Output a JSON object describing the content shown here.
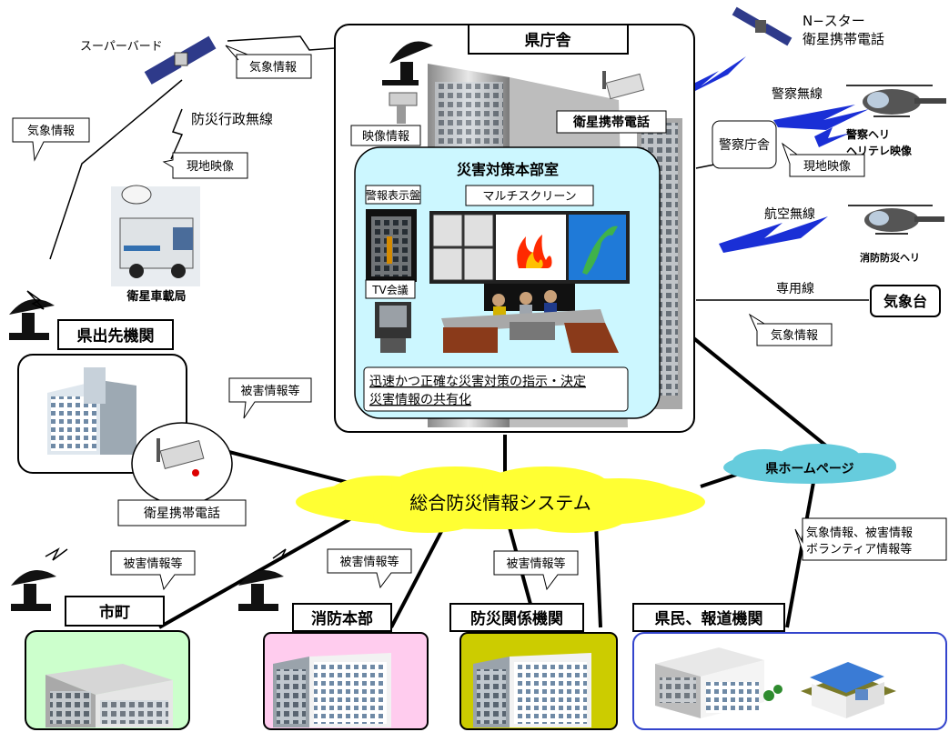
{
  "satellites": {
    "super_bird": "スーパーバード",
    "nstar_line1": "N−スター",
    "nstar_line2": "衛星携帯電話"
  },
  "prefectural_office": {
    "title": "県庁舎",
    "video_info": "映像情報",
    "satellite_phone": "衛星携帯電話"
  },
  "hq": {
    "title": "災害対策本部室",
    "alert_board": "警報表示盤",
    "multi_screen": "マルチスクリーン",
    "tv_conference": "TV会議",
    "note_line1": "迅速かつ正確な災害対策の指示・決定",
    "note_line2": "災害情報の共有化"
  },
  "police": {
    "radio": "警察無線",
    "agency": "警察庁舎",
    "heli_line1": "警察ヘリ",
    "heli_line2": "ヘリテレ映像",
    "local_video": "現地映像"
  },
  "aviation": {
    "radio": "航空無線",
    "heli": "消防防災ヘリ"
  },
  "weather_station": {
    "dedicated_line": "専用線",
    "name": "気象台",
    "weather_info": "気象情報"
  },
  "left_side": {
    "weather_info_top": "気象情報",
    "weather_info_left": "気象情報",
    "admin_radio": "防災行政無線",
    "local_video": "現地映像",
    "satellite_vehicle": "衛星車載局",
    "branch_agency": "県出先機関",
    "damage_info": "被害情報等",
    "satellite_phone": "衛星携帯電話"
  },
  "center": {
    "system_name": "総合防災情報システム",
    "homepage": "県ホームページ",
    "public_info_line1": "気象情報、被害情報",
    "public_info_line2": "ボランティア情報等"
  },
  "bottom": {
    "city": "市町",
    "fire_hq": "消防本部",
    "disaster_orgs": "防災関係機関",
    "citizens_media": "県民、報道機関",
    "damage_info_1": "被害情報等",
    "damage_info_2": "被害情報等",
    "damage_info_3": "被害情報等"
  },
  "colors": {
    "cloud": "#ffff33",
    "homepage_cloud": "#66ccdd",
    "hq_bg": "#ccf7ff",
    "radio_wave": "#1a2fd6",
    "city_bg": "#ccffcc",
    "fire_bg": "#ffccee",
    "orgs_bg": "#cccc00",
    "citizens_border": "#3344cc"
  }
}
